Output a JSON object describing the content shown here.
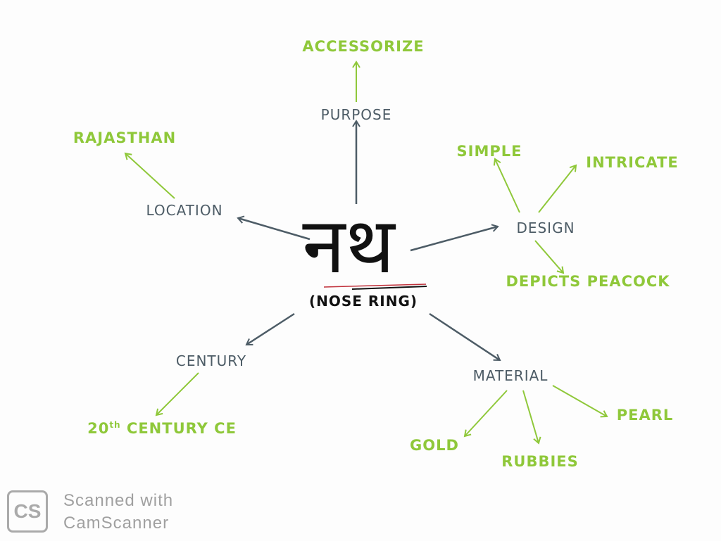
{
  "center": {
    "title": "नथ",
    "subtitle": "(NOSE RING)"
  },
  "branches": {
    "purpose": {
      "label": "PURPOSE",
      "children": [
        "ACCESSORIZE"
      ]
    },
    "location": {
      "label": "LOCATION",
      "children": [
        "RAJASTHAN"
      ]
    },
    "design": {
      "label": "DESIGN",
      "children": [
        "SIMPLE",
        "INTRICATE",
        "DEPICTS PEACOCK"
      ]
    },
    "century": {
      "label": "CENTURY",
      "children": [
        "20",
        "th",
        "CENTURY CE"
      ]
    },
    "material": {
      "label": "MATERIAL",
      "children": [
        "GOLD",
        "RUBBIES",
        "PEARL"
      ]
    }
  },
  "watermark": {
    "logo": "CS",
    "line1": "Scanned with",
    "line2": "CamScanner"
  },
  "colors": {
    "primary": "#4d5c66",
    "secondary": "#8fc83a",
    "underline": "#c0303a"
  }
}
